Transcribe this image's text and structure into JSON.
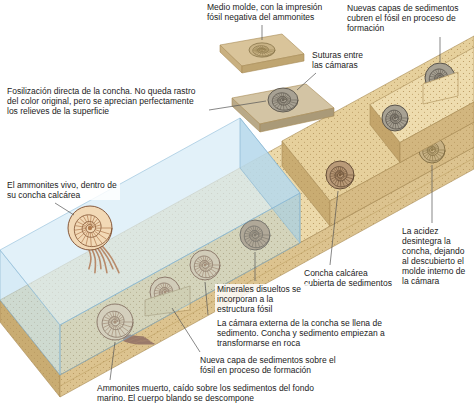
{
  "diagram": {
    "labels": [
      "Medio molde, con la impresión fósil negativa del ammonites",
      "Nuevas capas de sedimentos cubren el fósil en proceso de formación",
      "Suturas entre las cámaras",
      "Fosilización directa de la concha. No queda rastro del color original, pero se aprecian perfectamente los relieves de la superficie",
      "El ammonites vivo, dentro de su concha calcárea",
      "La acidez desintegra la concha, dejando al descubierto el molde interno de la cámara",
      "Concha calcárea cubierta de sedimentos",
      "Minerales disueltos se incorporan a la estructura fósil",
      "La cámara externa de la concha se llena de sedimento. Concha y sedimento empiezan a transformarse en roca",
      "Nueva capa de sedimentos sobre el fósil en proceso de formación",
      "Ammonites muerto, caído sobre los sedimentos del fondo marino. El cuerpo blando se descompone"
    ]
  }
}
